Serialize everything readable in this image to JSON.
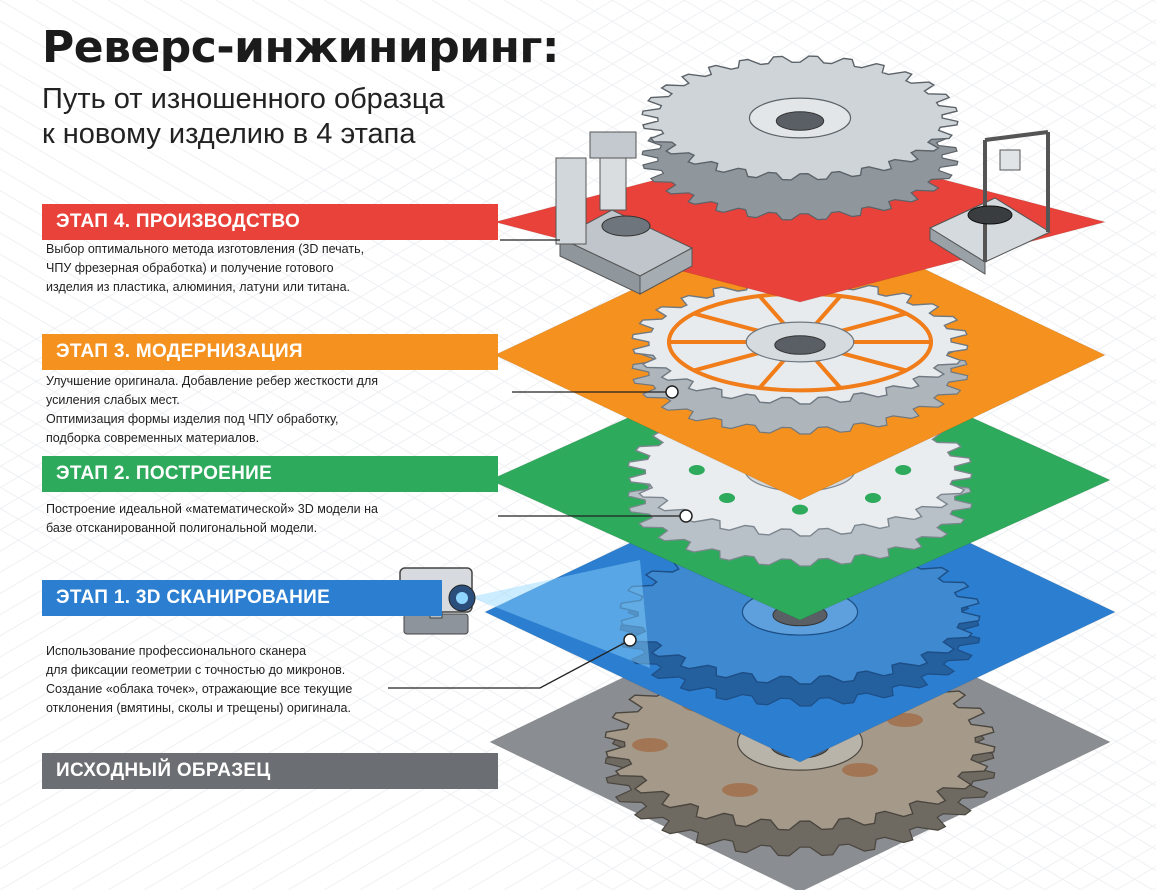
{
  "header": {
    "title": "Реверс-инжиниринг:",
    "subtitle_line1": "Путь от изношенного образца",
    "subtitle_line2": "к новому изделию в 4 этапа"
  },
  "stages": [
    {
      "label": "ЭТАП 4. ПРОИЗВОДСТВО",
      "color": "#e8423a",
      "lines": [
        "Выбор оптимального метода изготовления (3D печать,",
        "ЧПУ фрезерная обработка) и получение готового",
        "изделия из пластика, алюминия, латуни или титана."
      ]
    },
    {
      "label": "ЭТАП 3. МОДЕРНИЗАЦИЯ",
      "color": "#f5911e",
      "lines": [
        "Улучшение оригинала. Добавление ребер жесткости для",
        "усиления слабых мест.",
        "Оптимизация формы изделия под ЧПУ обработку,",
        "подборка современных материалов."
      ]
    },
    {
      "label": "ЭТАП 2. ПОСТРОЕНИЕ",
      "color": "#2eaa5c",
      "lines": [
        "Построение идеальной «математической» 3D модели на",
        "базе отсканированной полигональной модели."
      ]
    },
    {
      "label": "ЭТАП 1. 3D СКАНИРОВАНИЕ",
      "color": "#2c7fd0",
      "lines": [
        "Использование профессионального сканера",
        "для фиксации геометрии с точностью до микронов.",
        "Создание «облака точек», отражающие все текущие",
        "отклонения (вмятины, сколы и трещены) оригинала."
      ]
    },
    {
      "label": "ИСХОДНЫЙ ОБРАЗЕЦ",
      "color": "#6b6e72",
      "lines": []
    }
  ],
  "icons": [
    "cnc-machine-icon",
    "3d-printer-icon",
    "3d-scanner-icon"
  ]
}
